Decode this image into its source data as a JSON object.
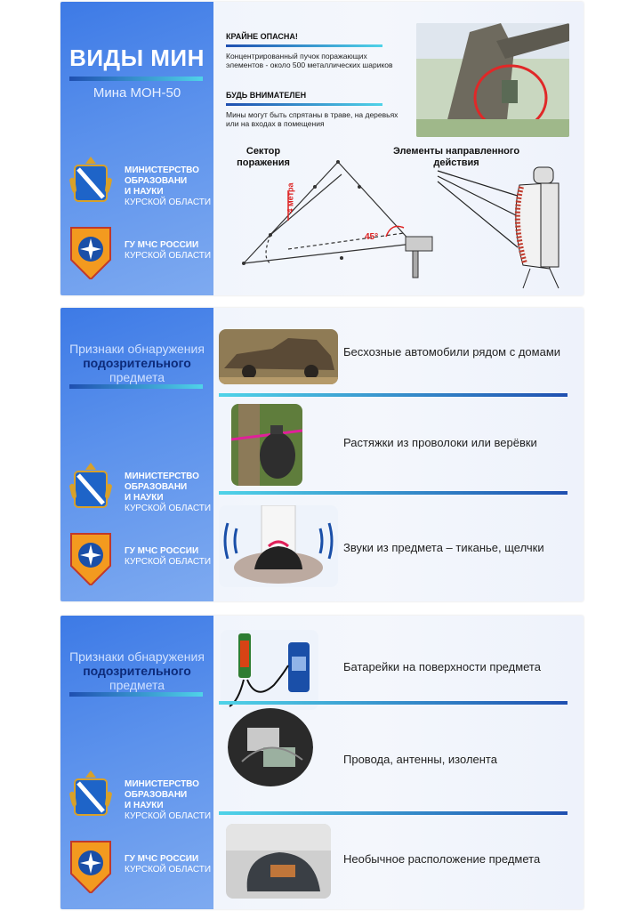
{
  "panel1": {
    "title": "ВИДЫ МИН",
    "subtitle": "Мина МОН-50",
    "danger_heading": "КРАЙНЕ ОПАСНА!",
    "danger_text": "Концентрированный пучок поражающих элементов - около 500 металлических шариков",
    "careful_heading": "БУДЬ ВНИМАТЕЛЕН",
    "careful_text": "Мины могут быть спрятаны в траве, на деревьях или на входах в помещения",
    "sector_label": "Сектор поражения",
    "elements_label": "Элементы направленного действия",
    "height_label": "4 метра",
    "angle_label": "45°"
  },
  "signs_title": {
    "line1": "Признаки обнаружения",
    "line2": "подозрительного",
    "line3": "предмета"
  },
  "org1": {
    "line1": "МИНИСТЕРСТВО",
    "line2": "ОБРАЗОВАНИ",
    "line3": "И НАУКИ",
    "line4": "КУРСКОЙ ОБЛАСТИ"
  },
  "org2": {
    "line1": "ГУ МЧС РОССИИ",
    "line2": "КУРСКОЙ ОБЛАСТИ"
  },
  "panel2": {
    "items": [
      {
        "text": "Бесхозные автомобили рядом с домами"
      },
      {
        "text": "Растяжки из проволоки или верёвки"
      },
      {
        "text": "Звуки из предмета – тиканье, щелчки"
      }
    ]
  },
  "panel3": {
    "items": [
      {
        "text": "Батарейки на поверхности предмета"
      },
      {
        "text": "Провода, антенны, изолента"
      },
      {
        "text": "Необычное расположение предмета"
      }
    ]
  },
  "colors": {
    "side_blue": "#3d7ae6",
    "dark_blue": "#0d2b7a",
    "accent_cyan": "#4fd3e8"
  }
}
